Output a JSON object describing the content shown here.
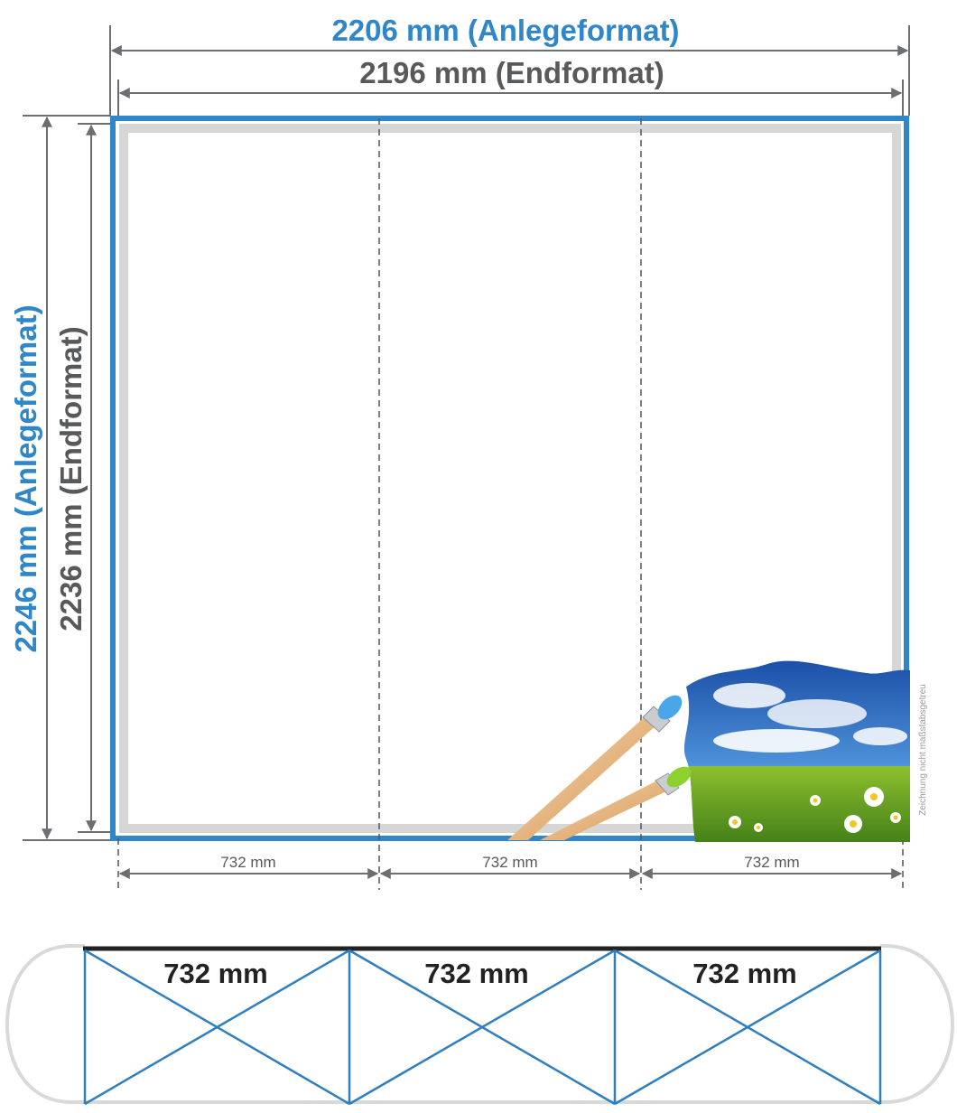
{
  "dimensions": {
    "width_anlegeformat": "2206 mm (Anlegeformat)",
    "width_endformat": "2196 mm (Endformat)",
    "height_anlegeformat": "2246 mm (Anlegeformat)",
    "height_endformat": "2236 mm (Endformat)",
    "segments": [
      "732 mm",
      "732 mm",
      "732 mm"
    ]
  },
  "panels": {
    "labels": [
      "732 mm",
      "732 mm",
      "732 mm"
    ]
  },
  "note": "Zeichnung nicht maßstabsgetreu",
  "colors": {
    "accent_blue": "#2f86c9",
    "dimension_gray": "#58595b",
    "safety_gray": "#d6d6d6",
    "panel_line_blue": "#2f7fbe",
    "frame_outline": "#d9d9d9"
  },
  "icons": [
    "paintbrush-blue-icon",
    "paintbrush-green-icon",
    "landscape-image"
  ]
}
